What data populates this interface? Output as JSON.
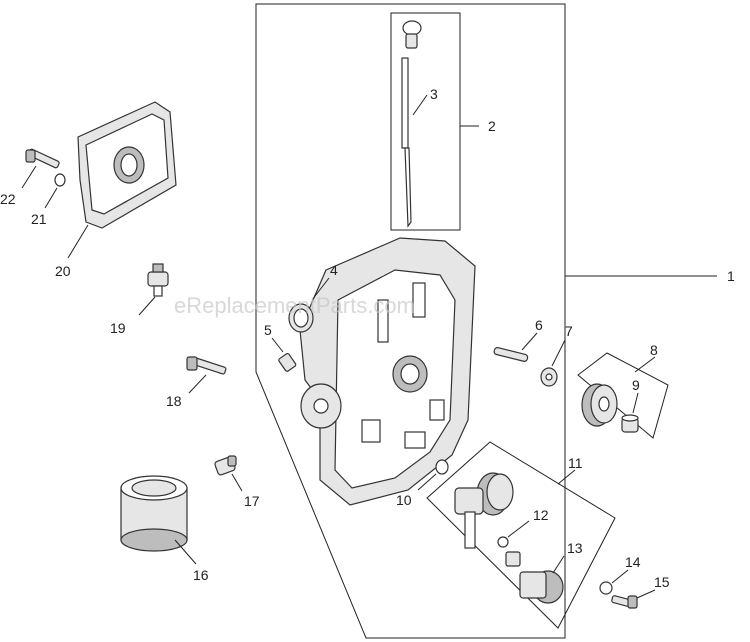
{
  "watermark": "eReplacementParts.com",
  "callouts": [
    "1",
    "2",
    "3",
    "4",
    "5",
    "6",
    "7",
    "8",
    "9",
    "10",
    "11",
    "12",
    "13",
    "14",
    "15",
    "16",
    "17",
    "18",
    "19",
    "20",
    "21",
    "22"
  ]
}
